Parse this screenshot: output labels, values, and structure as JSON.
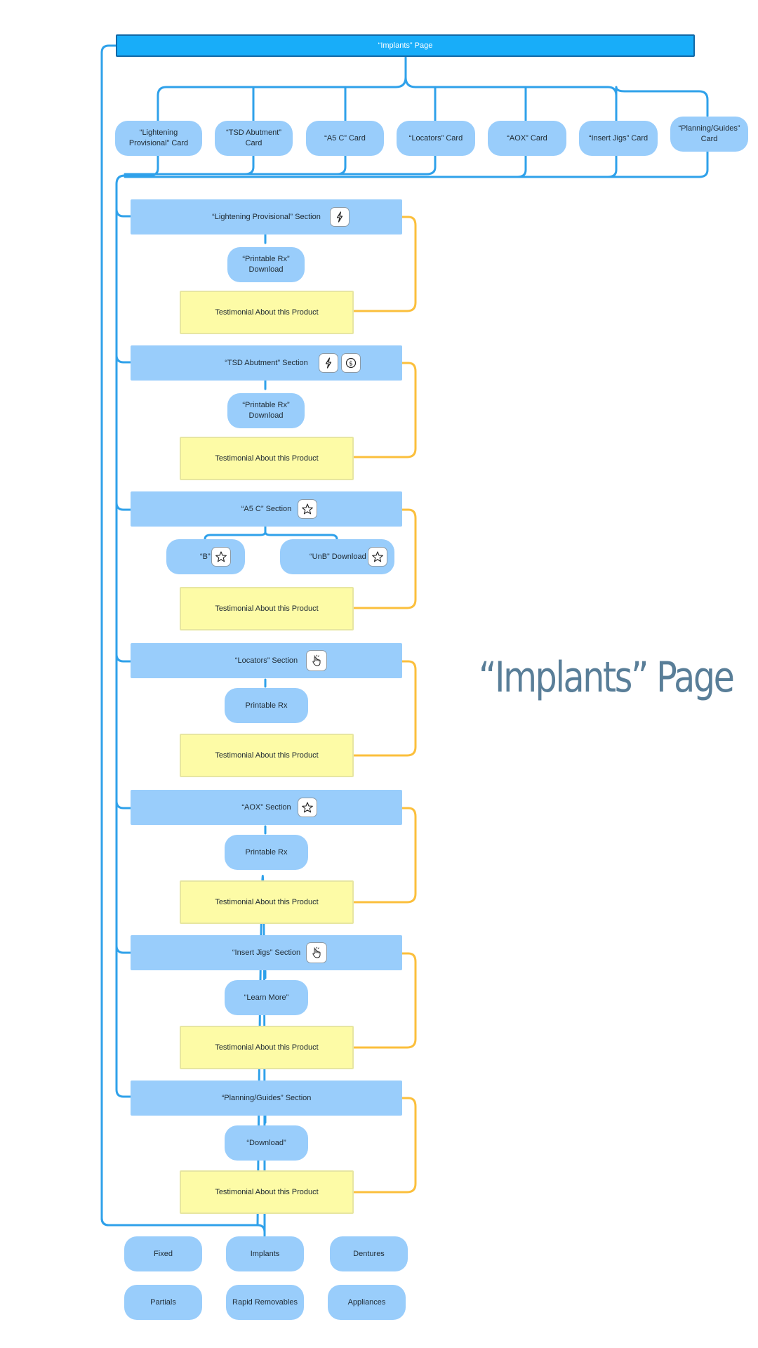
{
  "title": "“Implants” Page",
  "banner": {
    "label": "“Implants” Page"
  },
  "cards": [
    "“Lightening Provisional” Card",
    "“TSD Abutment” Card",
    "“A5 C” Card",
    "“Locators” Card",
    "“AOX” Card",
    "“Insert Jigs” Card",
    "“Planning/Guides” Card"
  ],
  "sections": [
    {
      "label": "“Lightening Provisional” Section",
      "icons": [
        "lightning-icon"
      ],
      "children": [
        "“Printable Rx” Download"
      ],
      "testimonial": "Testimonial About this Product"
    },
    {
      "label": "“TSD Abutment” Section",
      "icons": [
        "lightning-icon",
        "dollar-icon"
      ],
      "children": [
        "“Printable Rx” Download"
      ],
      "testimonial": "Testimonial About this Product"
    },
    {
      "label": "“A5 C” Section",
      "icons": [
        "star-icon"
      ],
      "children": [
        "“B”",
        "“UnB” Download"
      ],
      "child_icons": [
        "star-icon",
        "star-icon"
      ],
      "testimonial": "Testimonial About this Product"
    },
    {
      "label": "“Locators” Section",
      "icons": [
        "hand-icon"
      ],
      "children": [
        "Printable Rx"
      ],
      "testimonial": "Testimonial About this Product"
    },
    {
      "label": "“AOX” Section",
      "icons": [
        "star-icon"
      ],
      "children": [
        "Printable Rx"
      ],
      "testimonial": "Testimonial About this Product"
    },
    {
      "label": "“Insert Jigs” Section",
      "icons": [
        "hand-icon"
      ],
      "children": [
        "“Learn More”"
      ],
      "testimonial": "Testimonial About this Product"
    },
    {
      "label": "“Planning/Guides” Section",
      "icons": [],
      "children": [
        "“Download”"
      ],
      "testimonial": "Testimonial About this Product"
    }
  ],
  "nav": [
    "Fixed",
    "Implants",
    "Dentures",
    "Partials",
    "Rapid Removables",
    "Appliances"
  ],
  "colors": {
    "banner": "#18adf9",
    "node": "#99cdfb",
    "testimonial": "#fdfba6",
    "connector_blue": "#2fa1ea",
    "connector_orange": "#fbbf3c",
    "title": "#597e98"
  }
}
